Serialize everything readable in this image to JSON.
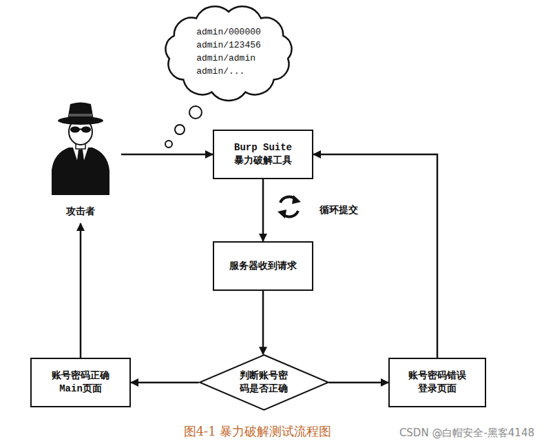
{
  "diagram": {
    "caption": "图4-1 暴力破解测试流程图",
    "nodes": [
      {
        "text": [
          "admin/000000",
          "admin/123456",
          "admin/admin",
          "admin/..."
        ]
      },
      {
        "text": [
          "攻击者"
        ]
      },
      {
        "text": [
          "Burp Suite 暴力破解工具"
        ]
      },
      {
        "text": [
          "服务器收到请求"
        ]
      },
      {
        "text": [
          "判断账号密码是否正确"
        ]
      },
      {
        "text": [
          "账号密码正确 Main页面"
        ]
      },
      {
        "text": [
          "账号密码错误 登录页面"
        ]
      }
    ],
    "edges": [
      {
        "from": 1,
        "to": 2,
        "arrow": "to"
      },
      {
        "from": 2,
        "to": 3,
        "label": "循环提交",
        "arrow": "to"
      },
      {
        "from": 3,
        "to": 4,
        "arrow": "to"
      },
      {
        "from": 4,
        "to": 5,
        "arrow": "to"
      },
      {
        "from": 4,
        "to": 6,
        "arrow": "to"
      },
      {
        "from": 5,
        "to": 1,
        "arrow": "to"
      },
      {
        "from": 6,
        "to": 2,
        "arrow": "to"
      }
    ],
    "labels": [
      "CSDN @白帽安全-黑客4148"
    ]
  }
}
